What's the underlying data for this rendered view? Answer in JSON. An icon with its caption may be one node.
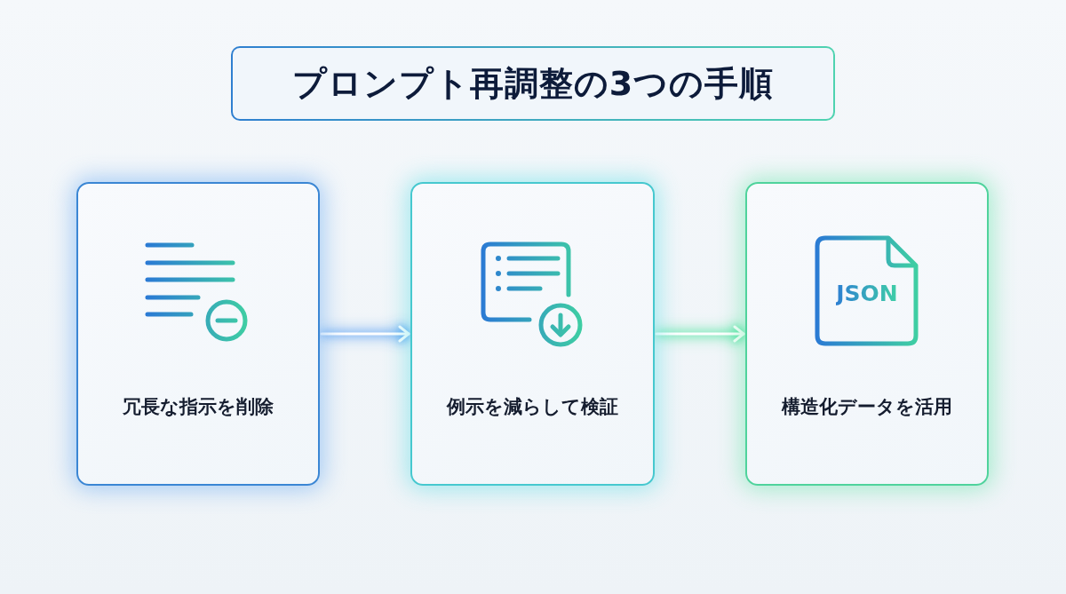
{
  "diagram": {
    "title": "プロンプト再調整の3つの手順",
    "nodes": [
      {
        "text": [
          "冗長な指示を削除"
        ]
      },
      {
        "text": [
          "例示を減らして検証"
        ]
      },
      {
        "text": [
          "JSON",
          "構造化データを活用"
        ]
      }
    ],
    "edges": [
      {
        "from": 0,
        "to": 1,
        "arrow": "to"
      },
      {
        "from": 1,
        "to": 2,
        "arrow": "to"
      }
    ]
  }
}
